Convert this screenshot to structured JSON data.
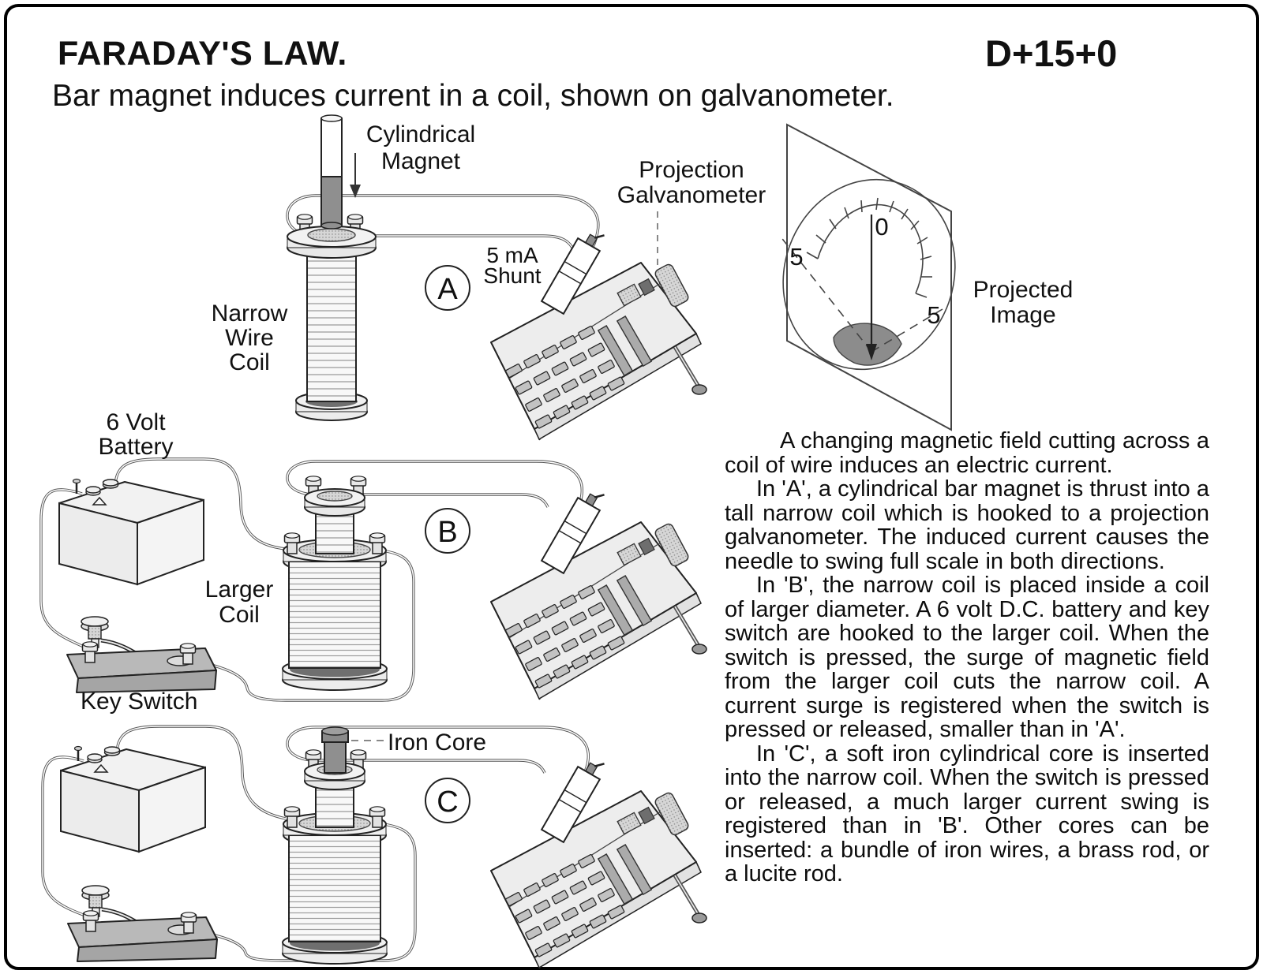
{
  "header": {
    "title": "FARADAY'S LAW.",
    "code": "D+15+0",
    "subtitle": "Bar magnet induces current in a coil, shown on galvanometer."
  },
  "labels": {
    "cylindrical_magnet": "Cylindrical\nMagnet",
    "projection_galvanometer": "Projection\nGalvanometer",
    "shunt": "5 mA\nShunt",
    "narrow_wire_coil": "Narrow\nWire\nCoil",
    "battery": "6 Volt\nBattery",
    "larger_coil": "Larger\nCoil",
    "key_switch": "Key Switch",
    "iron_core": "Iron Core",
    "projected_image": "Projected\nImage"
  },
  "markers": {
    "a": "A",
    "b": "B",
    "c": "C"
  },
  "meter": {
    "zero": "0",
    "left_five": "5",
    "right_five": "5"
  },
  "body": {
    "p1": "A changing magnetic field cutting across a coil of wire induces an electric current.",
    "p2": "In 'A', a cylindrical bar magnet is thrust into a tall narrow coil which is hooked to a projection galvanometer. The induced current causes the needle to swing full scale in both directions.",
    "p3": "In 'B', the narrow coil is placed inside a coil of larger diameter. A 6 volt D.C. battery and key switch are hooked to the larger coil. When the switch is pressed, the surge of magnetic field from the larger coil cuts the narrow coil. A current surge is registered when the switch is pressed or released, smaller than in 'A'.",
    "p4": "In 'C', a soft iron cylindrical core is inserted into the narrow coil. When the switch is pressed or released, a much larger current swing is registered than in 'B'. Other cores can be inserted: a bundle of iron wires, a brass rod, or a lucite rod."
  }
}
